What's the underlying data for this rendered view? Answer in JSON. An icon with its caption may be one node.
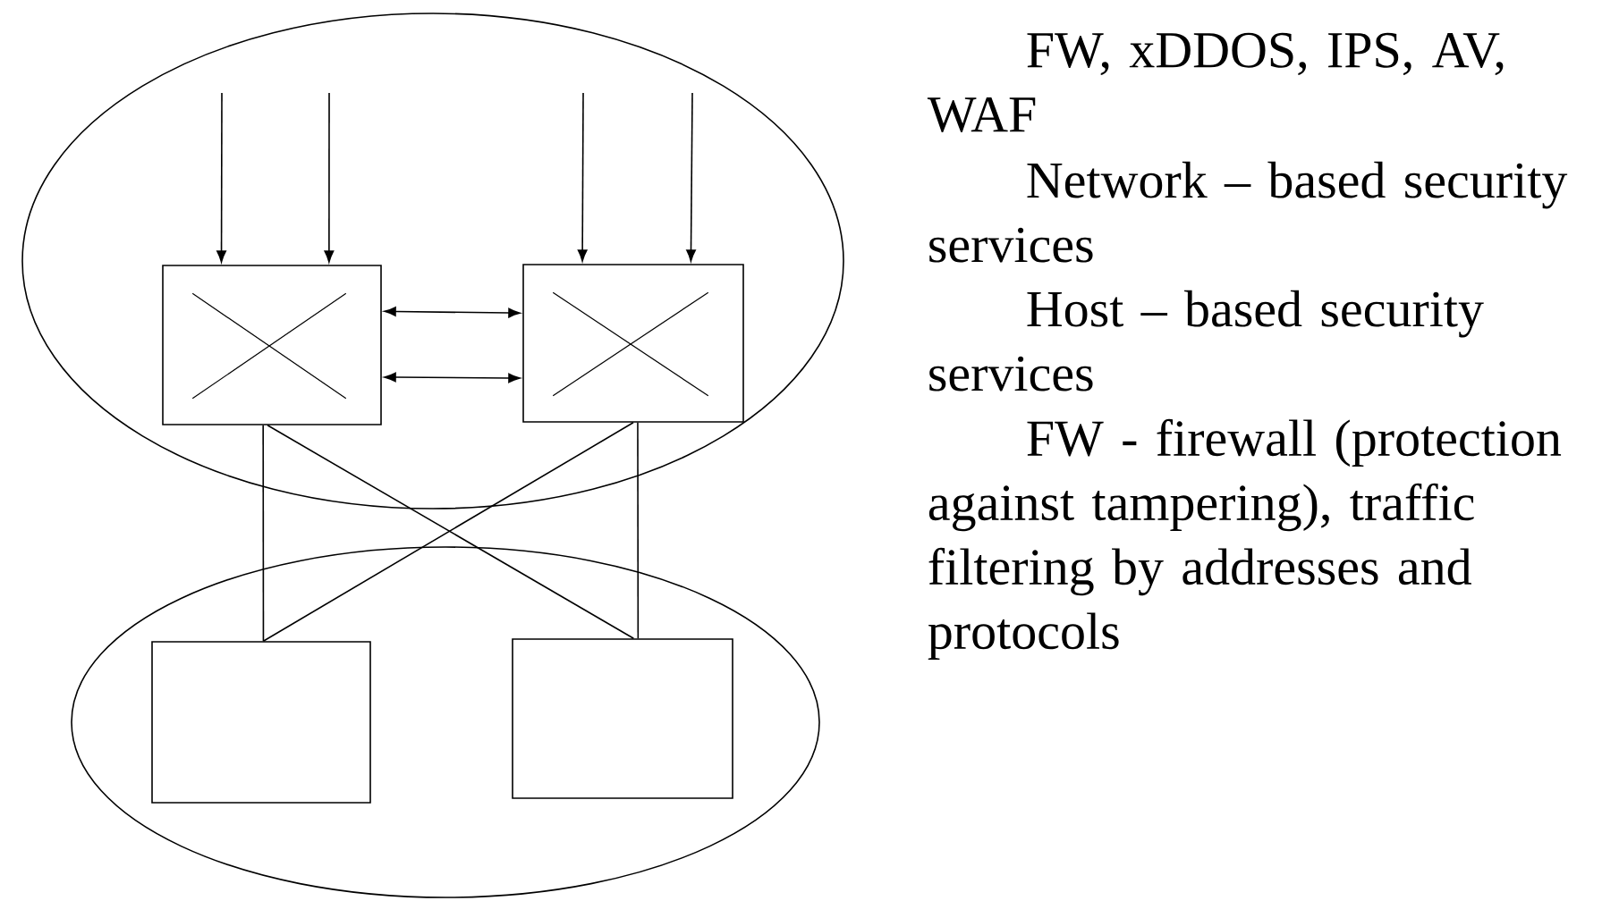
{
  "diagram": {
    "nodes": [
      {
        "text": [],
        "shape": "ellipse"
      },
      {
        "text": [],
        "shape": "ellipse"
      },
      {
        "text": [],
        "shape": "box",
        "in": 0
      },
      {
        "text": [],
        "shape": "box",
        "in": 0
      },
      {
        "text": [],
        "shape": "box",
        "in": 1
      },
      {
        "text": [],
        "shape": "box",
        "in": 1
      }
    ],
    "edges": [
      {
        "from": null,
        "to": 2,
        "arrow": "to"
      },
      {
        "from": null,
        "to": 2,
        "arrow": "to"
      },
      {
        "from": null,
        "to": 3,
        "arrow": "to"
      },
      {
        "from": null,
        "to": 3,
        "arrow": "to"
      },
      {
        "from": 2,
        "to": 3,
        "arrow": "both"
      },
      {
        "from": 2,
        "to": 3,
        "arrow": "both"
      },
      {
        "from": 2,
        "to": 4,
        "arrow": "none"
      },
      {
        "from": 2,
        "to": 5,
        "arrow": "none"
      },
      {
        "from": 3,
        "to": 4,
        "arrow": "none"
      },
      {
        "from": 3,
        "to": 5,
        "arrow": "none"
      }
    ],
    "labels": [
      "FW, xDDOS, IPS, AV, WAF",
      "Network – based security services",
      "Host – based security services",
      "FW - firewall (protection against tampering), traffic filtering by addresses and protocols"
    ]
  }
}
